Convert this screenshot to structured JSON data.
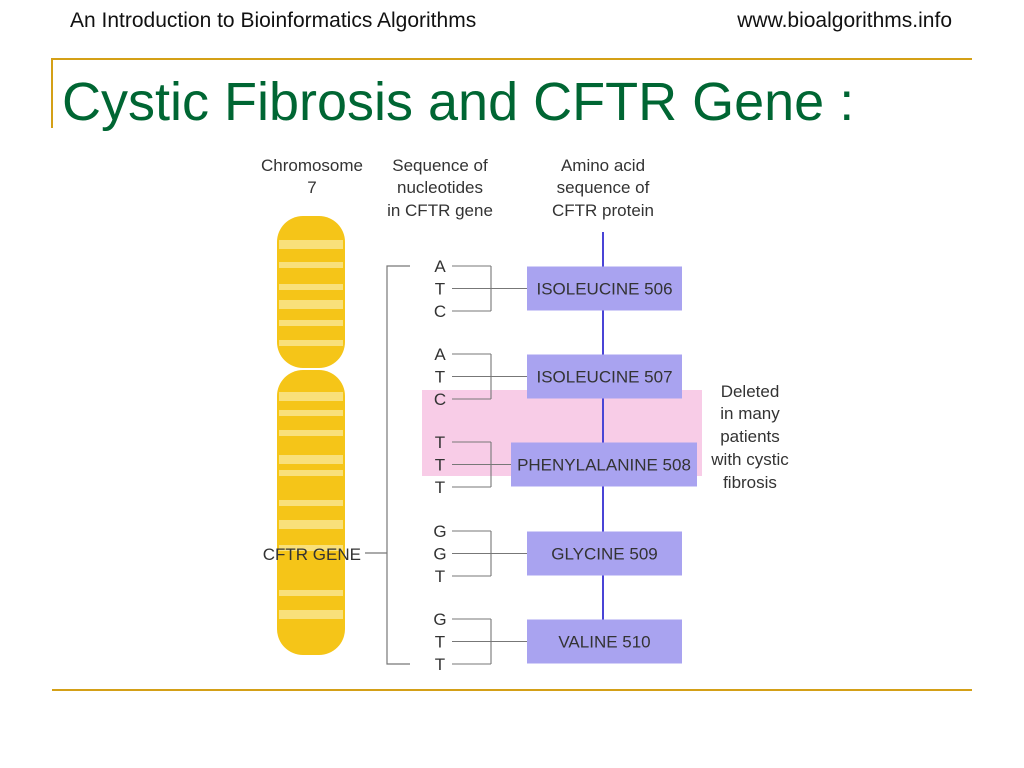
{
  "header": {
    "left_text": "An Introduction to Bioinformatics Algorithms",
    "right_text": "www.bioalgorithms.info"
  },
  "slide": {
    "title": "Cystic Fibrosis and CFTR Gene :"
  },
  "diagram": {
    "col_chromosome": [
      "Chromosome",
      "7"
    ],
    "col_sequence": [
      "Sequence of",
      "nucleotides",
      "in CFTR gene"
    ],
    "col_amino": [
      "Amino acid",
      "sequence of",
      "CFTR protein"
    ],
    "gene_label": "CFTR GENE",
    "nucleotides": [
      "A",
      "T",
      "C",
      "A",
      "T",
      "C",
      "T",
      "T",
      "T",
      "G",
      "G",
      "T",
      "G",
      "T",
      "T"
    ],
    "amino_acids": [
      "ISOLEUCINE 506",
      "ISOLEUCINE 507",
      "PHENYLALANINE 508",
      "GLYCINE 509",
      "VALINE 510"
    ],
    "deleted_note": [
      "Deleted",
      "in many",
      "patients",
      "with cystic",
      "fibrosis"
    ]
  },
  "colors": {
    "title": "#006633",
    "rule": "#D4A017",
    "chromosome": "#F5C518",
    "chromosome_band": "#F9E07A",
    "amino_box": "#A9A3F0",
    "amino_line": "#4A44D6",
    "deletion_highlight": "#F7C6E4"
  }
}
